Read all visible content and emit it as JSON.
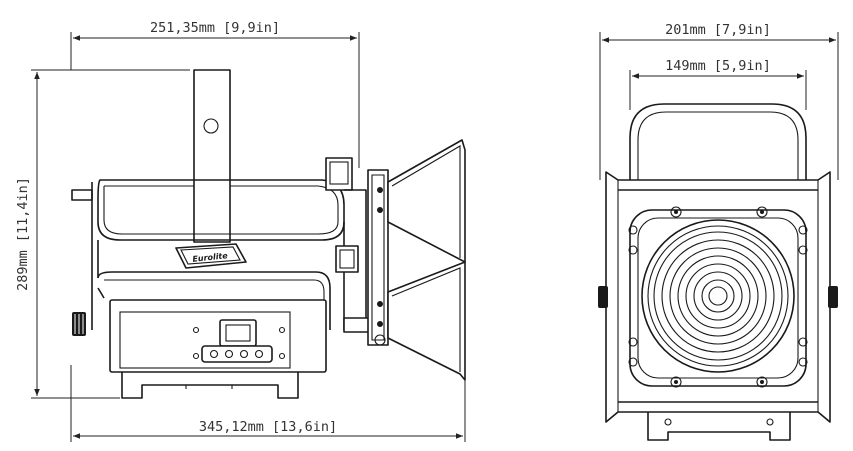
{
  "dimensions": {
    "side_width": "251,35mm [9,9in]",
    "side_height": "289mm [11,4in]",
    "side_total_length": "345,12mm [13,6in]",
    "front_width": "201mm [7,9in]",
    "front_lens_width": "149mm [5,9in]"
  },
  "brand_label": "Eurolite",
  "colors": {
    "line": "#1a1a1a",
    "dimension": "#222222",
    "background": "#ffffff"
  }
}
